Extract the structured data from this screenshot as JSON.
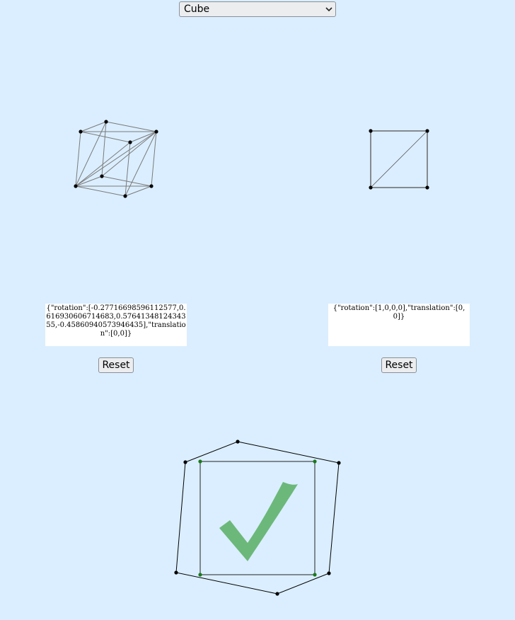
{
  "shape_select": {
    "selected": "Cube"
  },
  "left_panel": {
    "state_text": "{\"rotation\":[-0.27716698596112577,0.616930606714683,0.5764134812434355,-0.45860940573946435],\"translation\":[0,0]}",
    "reset_label": "Reset"
  },
  "right_panel": {
    "state_text": "{\"rotation\":[1,0,0,0],\"translation\":[0,0]}",
    "reset_label": "Reset"
  },
  "result": {
    "icon": "checkmark-icon",
    "check_color": "#6cb87a"
  },
  "colors": {
    "background": "#dbeeff",
    "edge": "#7a7a7a",
    "vertex": "#000000",
    "match_vertex": "#1a7a1a"
  }
}
